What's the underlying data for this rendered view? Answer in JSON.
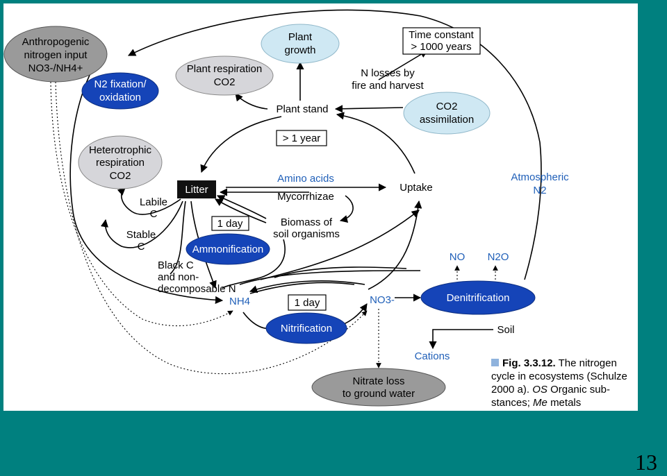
{
  "page_number": "13",
  "colors": {
    "slide_bg": "#00807f",
    "dark_blue": "#1544b8",
    "light_blue": "#cfe8f3",
    "gray": "#d6d6da",
    "dark_gray": "#9a9a9a"
  },
  "nodes": {
    "anthropogenic": {
      "l1": "Anthropogenic",
      "l2": "nitrogen input",
      "l3": "NO3-/NH4+"
    },
    "n2_fixation": {
      "l1": "N2 fixation/",
      "l2": "oxidation"
    },
    "plant_respiration": {
      "l1": "Plant respiration",
      "l2": "CO2"
    },
    "plant_growth": {
      "l1": "Plant",
      "l2": "growth"
    },
    "time_constant": {
      "l1": "Time constant",
      "l2": "> 1000 years"
    },
    "n_losses": {
      "l1": "N losses by",
      "l2": "fire and harvest"
    },
    "plant_stand": "Plant stand",
    "co2_assimilation": {
      "l1": "CO2",
      "l2": "assimilation"
    },
    "gt_1_year": "> 1 year",
    "heterotrophic": {
      "l1": "Heterotrophic",
      "l2": "respiration",
      "l3": "CO2"
    },
    "litter": "Litter",
    "amino_acids": "Amino acids",
    "uptake": "Uptake",
    "mycorrhizae": "Mycorrhizae",
    "atmospheric": {
      "l1": "Atmospheric",
      "l2": "N2"
    },
    "labile": {
      "l1": "Labile",
      "l2": "C"
    },
    "one_day_a": "1 day",
    "biomass": {
      "l1": "Biomass of",
      "l2": "soil organisms"
    },
    "stable": {
      "l1": "Stable",
      "l2": "C"
    },
    "ammonification": "Ammonification",
    "black_c": {
      "l1": "Black C",
      "l2": "and non-",
      "l3": "decomposable N"
    },
    "no": "NO",
    "n2o": "N2O",
    "nh4": "NH4",
    "one_day_b": "1 day",
    "no3": "NO3-",
    "denitrification": "Denitrification",
    "nitrification": "Nitrification",
    "soil": "Soil",
    "cations": "Cations",
    "nitrate_loss": {
      "l1": "Nitrate loss",
      "l2": "to ground water"
    }
  },
  "caption": {
    "fig": "Fig. 3.3.12.",
    "l1_rest": "The nitrogen",
    "l2": "cycle in ecosystems (Schulze",
    "l3a": "2000 a).",
    "l3b": "OS",
    "l3c": "Organic sub-",
    "l4a": "stances;",
    "l4b": "Me",
    "l4c": "metals"
  }
}
